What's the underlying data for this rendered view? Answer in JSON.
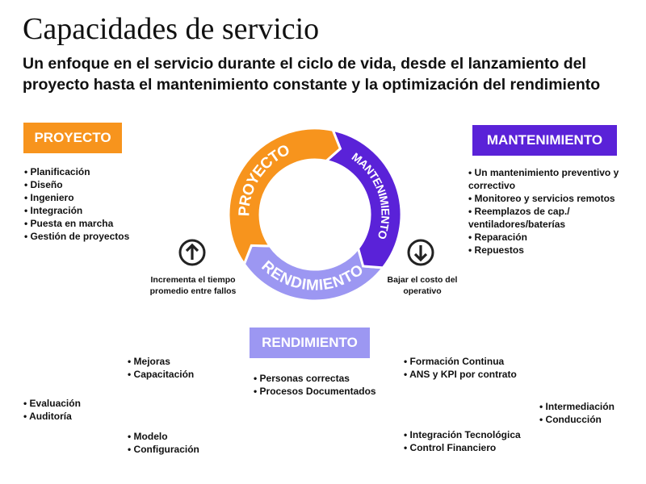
{
  "title": "Capacidades de servicio",
  "subtitle": "Un enfoque en el servicio durante el ciclo de vida, desde el lanzamiento del proyecto hasta el mantenimiento constante y la optimización del rendimiento",
  "colors": {
    "proyecto": "#F7941D",
    "mantenimiento": "#5A22D8",
    "rendimiento": "#9C97F2"
  },
  "proyecto": {
    "label": "PROYECTO",
    "items": [
      "Planificación",
      "Diseño",
      "Ingeniero",
      "Integración",
      "Puesta en marcha",
      "Gestión de proyectos"
    ]
  },
  "mantenimiento": {
    "label": "MANTENIMIENTO",
    "items": [
      "Un mantenimiento preventivo y correctivo",
      "Monitoreo y servicios remotos",
      "Reemplazos de cap./ ventiladores/baterías",
      "Reparación",
      "Repuestos"
    ]
  },
  "rendimiento": {
    "label": "RENDIMIENTO",
    "items": [
      "Personas correctas",
      "Procesos Documentados"
    ]
  },
  "cycle": {
    "proyecto": "PROYECTO",
    "mantenimiento": "MANTENIMIENTO",
    "rendimiento": "RENDIMIENTO"
  },
  "notes": {
    "left": "Incrementa el tiempo promedio entre fallos",
    "right": "Bajar el costo del operativo"
  },
  "groups": {
    "mejoras": [
      "Mejoras",
      "Capacitación"
    ],
    "evaluacion": [
      "Evaluación",
      "Auditoría"
    ],
    "modelo": [
      "Modelo",
      "Configuración"
    ],
    "formacion": [
      "Formación Continua",
      "ANS y KPI por contrato"
    ],
    "intermediacion": [
      "Intermediación",
      "Conducción"
    ],
    "integracion": [
      "Integración Tecnológica",
      "Control Financiero"
    ]
  }
}
